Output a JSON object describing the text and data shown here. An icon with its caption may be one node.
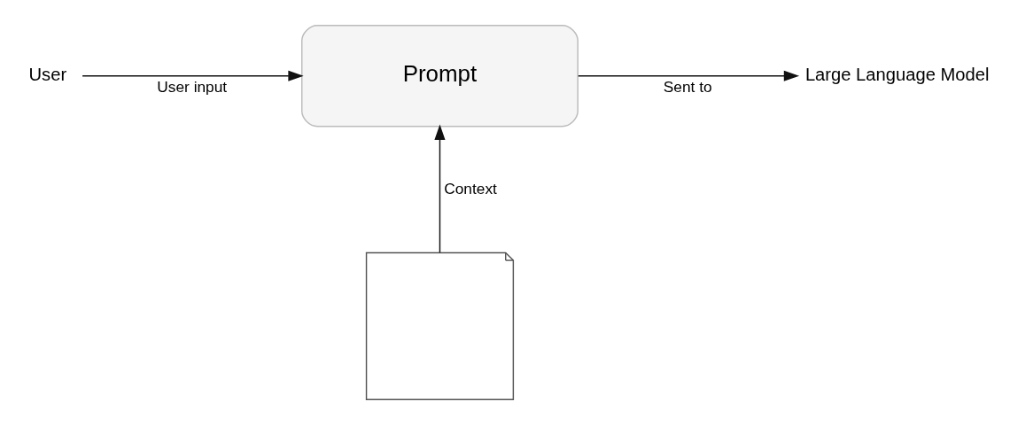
{
  "diagram": {
    "nodes": [
      {
        "text": [
          "User"
        ]
      },
      {
        "text": [
          "Prompt"
        ]
      },
      {
        "text": [
          "Large Language Model"
        ]
      },
      {
        "text": [],
        "shape": "picture"
      }
    ],
    "edges": [
      {
        "from": 0,
        "to": 1,
        "arrow": "to",
        "label": "User input"
      },
      {
        "from": 1,
        "to": 2,
        "arrow": "to",
        "label": "Sent to"
      },
      {
        "from": 3,
        "to": 1,
        "arrow": "to",
        "label": "Context"
      }
    ]
  }
}
